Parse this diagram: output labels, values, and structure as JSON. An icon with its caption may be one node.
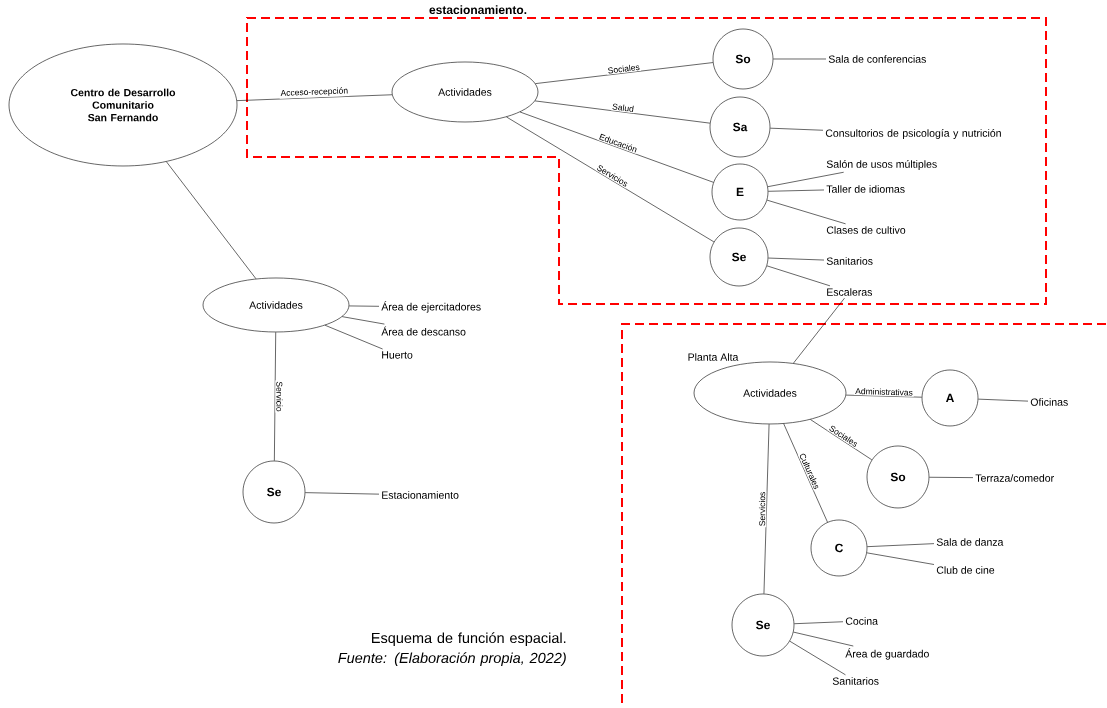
{
  "diagram": {
    "caption": "Esquema de función espacial. *Fuente: (Elaboración propia, 2022)*",
    "nodes": [
      {
        "text": [
          "Centro de Desarrollo Comunitario San Fernando"
        ]
      },
      {
        "text": [
          "Actividades"
        ]
      },
      {
        "text": [
          "So"
        ]
      },
      {
        "text": [
          "Sa"
        ]
      },
      {
        "text": [
          "E"
        ]
      },
      {
        "text": [
          "Se"
        ]
      },
      {
        "text": [
          "Sala de conferencias"
        ]
      },
      {
        "text": [
          "Consultorios de psicología y nutrición"
        ]
      },
      {
        "text": [
          "Salón de usos múltiples"
        ]
      },
      {
        "text": [
          "Taller de idiomas"
        ]
      },
      {
        "text": [
          "Clases de cultivo"
        ]
      },
      {
        "text": [
          "Sanitarios"
        ]
      },
      {
        "text": [
          "Escaleras"
        ]
      },
      {
        "text": [
          "Actividades"
        ]
      },
      {
        "text": [
          "Área de ejercitadores"
        ]
      },
      {
        "text": [
          "Área de descanso"
        ]
      },
      {
        "text": [
          "Huerto"
        ]
      },
      {
        "text": [
          "Se"
        ]
      },
      {
        "text": [
          "Estacionamiento"
        ]
      },
      {
        "text": [
          "Actividades"
        ],
        "beside": [
          "Planta Alta"
        ]
      },
      {
        "text": [
          "A"
        ]
      },
      {
        "text": [
          "So"
        ]
      },
      {
        "text": [
          "C"
        ]
      },
      {
        "text": [
          "Se"
        ]
      },
      {
        "text": [
          "Oficinas"
        ]
      },
      {
        "text": [
          "Terraza/comedor"
        ]
      },
      {
        "text": [
          "Sala de danza"
        ]
      },
      {
        "text": [
          "Club de cine"
        ]
      },
      {
        "text": [
          "Cocina"
        ]
      },
      {
        "text": [
          "Área de guardado"
        ]
      },
      {
        "text": [
          "Sanitarios"
        ]
      }
    ],
    "edges": [
      {
        "from": 0,
        "to": 1,
        "arrow": "none",
        "label": "Acceso-recepción"
      },
      {
        "from": 1,
        "to": 2,
        "arrow": "none",
        "label": "Sociales"
      },
      {
        "from": 1,
        "to": 3,
        "arrow": "none",
        "label": "Salud"
      },
      {
        "from": 1,
        "to": 4,
        "arrow": "none",
        "label": "Educación"
      },
      {
        "from": 1,
        "to": 5,
        "arrow": "none",
        "label": "Servicios"
      },
      {
        "from": 2,
        "to": 6,
        "arrow": "none"
      },
      {
        "from": 3,
        "to": 7,
        "arrow": "none"
      },
      {
        "from": 4,
        "to": 8,
        "arrow": "none"
      },
      {
        "from": 4,
        "to": 9,
        "arrow": "none"
      },
      {
        "from": 4,
        "to": 10,
        "arrow": "none"
      },
      {
        "from": 5,
        "to": 11,
        "arrow": "none"
      },
      {
        "from": 5,
        "to": 12,
        "arrow": "none"
      },
      {
        "from": 0,
        "to": 13,
        "arrow": "none"
      },
      {
        "from": 13,
        "to": 14,
        "arrow": "none"
      },
      {
        "from": 13,
        "to": 15,
        "arrow": "none"
      },
      {
        "from": 13,
        "to": 16,
        "arrow": "none"
      },
      {
        "from": 13,
        "to": 17,
        "arrow": "none",
        "label": "Servicio"
      },
      {
        "from": 17,
        "to": 18,
        "arrow": "none"
      },
      {
        "from": 12,
        "to": 19,
        "arrow": "none"
      },
      {
        "from": 19,
        "to": 20,
        "arrow": "none",
        "label": "Administrativas"
      },
      {
        "from": 19,
        "to": 21,
        "arrow": "none",
        "label": "Sociales"
      },
      {
        "from": 19,
        "to": 22,
        "arrow": "none",
        "label": "Culturales"
      },
      {
        "from": 19,
        "to": 23,
        "arrow": "none",
        "label": "Servicios"
      },
      {
        "from": 20,
        "to": 24,
        "arrow": "none"
      },
      {
        "from": 21,
        "to": 25,
        "arrow": "none"
      },
      {
        "from": 22,
        "to": 26,
        "arrow": "none"
      },
      {
        "from": 22,
        "to": 27,
        "arrow": "none"
      },
      {
        "from": 23,
        "to": 28,
        "arrow": "none"
      },
      {
        "from": 23,
        "to": 29,
        "arrow": "none"
      },
      {
        "from": 23,
        "to": 30,
        "arrow": "none"
      }
    ],
    "labels": [
      "estacionamiento."
    ]
  }
}
